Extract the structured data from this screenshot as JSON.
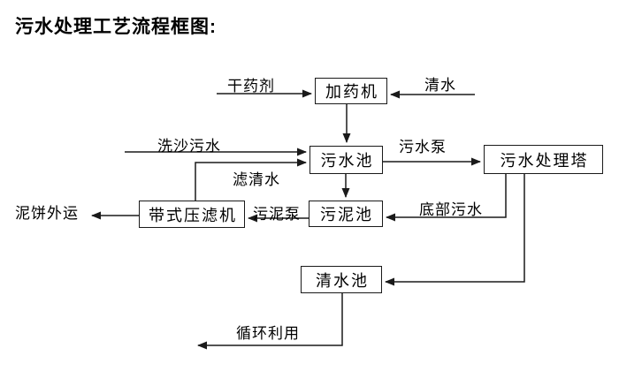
{
  "title": "污水处理工艺流程框图:",
  "nodes": {
    "dosing_machine": {
      "label": "加药机"
    },
    "sewage_pool": {
      "label": "污水池"
    },
    "treatment_tower": {
      "label": "污水处理塔"
    },
    "sludge_pool": {
      "label": "污泥池"
    },
    "belt_filter_press": {
      "label": "带式压滤机"
    },
    "clean_water_pool": {
      "label": "清水池"
    }
  },
  "flow_labels": {
    "dry_agent": "干药剂",
    "clean_water": "清水",
    "sand_washing_sewage": "洗沙污水",
    "sewage_pump": "污水泵",
    "filtered_water": "滤清水",
    "sludge_pump": "污泥泵",
    "bottom_sewage": "底部污水",
    "mud_cake_outbound": "泥饼外运",
    "recycle_use": "循环利用"
  },
  "edges": [
    {
      "from": "external",
      "to": "加药机",
      "label": "干药剂"
    },
    {
      "from": "external",
      "to": "加药机",
      "label": "清水"
    },
    {
      "from": "加药机",
      "to": "污水池",
      "label": ""
    },
    {
      "from": "external",
      "to": "污水池",
      "label": "洗沙污水"
    },
    {
      "from": "带式压滤机",
      "to": "污水池",
      "label": "滤清水"
    },
    {
      "from": "污水池",
      "to": "污水处理塔",
      "label": "污水泵"
    },
    {
      "from": "污水池",
      "to": "污泥池",
      "label": ""
    },
    {
      "from": "污水处理塔",
      "to": "污泥池",
      "label": "底部污水"
    },
    {
      "from": "污水处理塔",
      "to": "清水池",
      "label": ""
    },
    {
      "from": "污泥池",
      "to": "带式压滤机",
      "label": "污泥泵"
    },
    {
      "from": "带式压滤机",
      "to": "external",
      "label": "泥饼外运"
    },
    {
      "from": "清水池",
      "to": "external",
      "label": "循环利用"
    }
  ],
  "colors": {
    "line": "#1a1a1a",
    "text": "#000000",
    "background": "#ffffff"
  }
}
